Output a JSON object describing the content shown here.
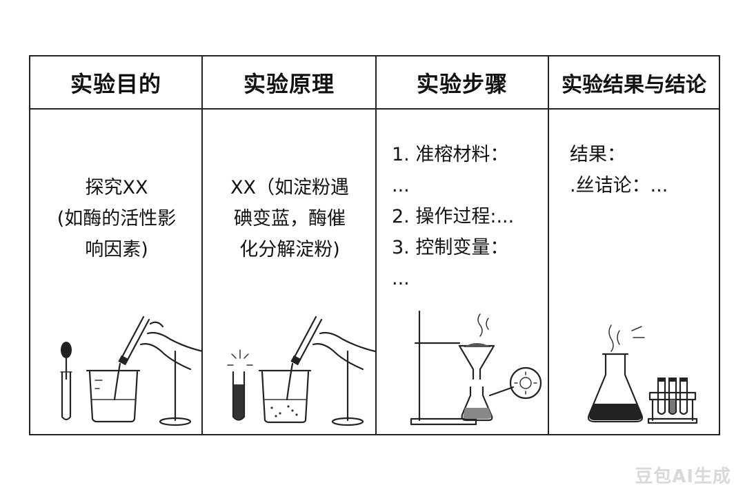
{
  "columns": [
    {
      "header": "实验目的",
      "body": "探究XX\n(如酶的活性影\n响因素)",
      "illustration": "dropper-beaker-stand-icon"
    },
    {
      "header": "实验原理",
      "body": "XX（如淀粉遇\n碘变蓝，酶催\n化分解淀粉)",
      "illustration": "test-tube-beaker-hand-icon"
    },
    {
      "header": "实验步骤",
      "body": "1. 准榕材料：\n...\n2. 操作过程:...\n3. 控制变量：\n...",
      "illustration": "filtration-apparatus-icon"
    },
    {
      "header": "实验结果与结论",
      "body": "结果：\n.丝诘论：...",
      "illustration": "flask-test-tube-rack-icon"
    }
  ],
  "watermark": "豆包AI生成",
  "colors": {
    "border": "#222222",
    "background": "#ffffff",
    "watermark": "#d9d9d9"
  }
}
